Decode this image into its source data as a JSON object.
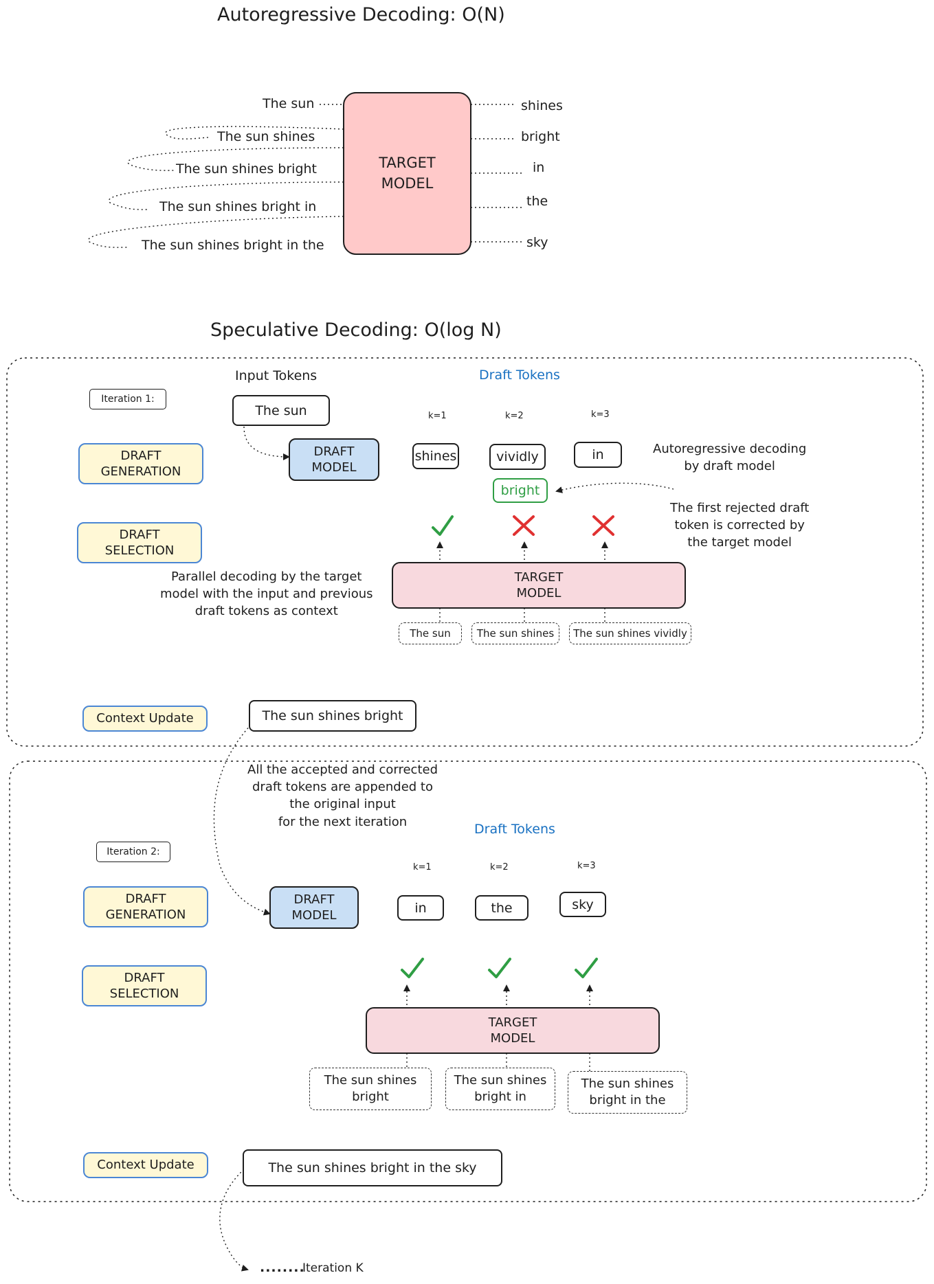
{
  "colors": {
    "target_model_fill": "#ffc9c9",
    "target_model_light": "#f8d9de",
    "draft_model_fill": "#c9dff5",
    "step_fill": "#fff8d6",
    "step_border": "#4a86d4",
    "accent_blue": "#1971c2",
    "accept_green": "#2f9e44",
    "reject_red": "#e03131"
  },
  "autoregressive": {
    "title": "Autoregressive Decoding: O(N)",
    "model_label": "TARGET\nMODEL",
    "inputs": [
      "The sun",
      "The sun shines",
      "The sun shines bright",
      "The sun shines bright in",
      "The sun shines bright in the"
    ],
    "outputs": [
      "shines",
      "bright",
      "in",
      "the",
      "sky"
    ]
  },
  "speculative": {
    "title": "Speculative Decoding: O(log N)",
    "iteration1": {
      "label": "Iteration 1:",
      "input_tokens_header": "Input Tokens",
      "input": "The sun",
      "draft_tokens_header": "Draft Tokens",
      "k_labels": [
        "k=1",
        "k=2",
        "k=3"
      ],
      "draft_tokens": [
        "shines",
        "vividly",
        "in"
      ],
      "correction": "bright",
      "draft_generation": "DRAFT\nGENERATION",
      "draft_selection": "DRAFT\nSELECTION",
      "draft_model": "DRAFT\nMODEL",
      "target_model": "TARGET\nMODEL",
      "verdicts": [
        "accept",
        "reject",
        "reject"
      ],
      "contexts": [
        "The sun",
        "The sun shines",
        "The sun shines vividly"
      ],
      "note_autoregressive": "Autoregressive decoding\nby draft model",
      "note_rejected": "The first rejected draft\ntoken is corrected by\nthe target model",
      "note_parallel": "Parallel decoding by the target\nmodel with the input and previous\ndraft tokens as context",
      "context_update": "Context Update",
      "updated_context": "The sun shines bright"
    },
    "note_appended": "All the accepted and corrected\ndraft tokens are appended to\nthe original input\nfor the next iteration",
    "iteration2": {
      "label": "Iteration 2:",
      "draft_tokens_header": "Draft Tokens",
      "k_labels": [
        "k=1",
        "k=2",
        "k=3"
      ],
      "draft_tokens": [
        "in",
        "the",
        "sky"
      ],
      "draft_generation": "DRAFT\nGENERATION",
      "draft_selection": "DRAFT\nSELECTION",
      "draft_model": "DRAFT\nMODEL",
      "target_model": "TARGET\nMODEL",
      "verdicts": [
        "accept",
        "accept",
        "accept"
      ],
      "contexts": [
        "The sun shines\nbright",
        "The sun shines\nbright in",
        "The sun shines\nbright in the"
      ],
      "context_update": "Context Update",
      "updated_context": "The sun shines bright in the sky"
    },
    "final": "Iteration K",
    "final_dots": "........"
  }
}
